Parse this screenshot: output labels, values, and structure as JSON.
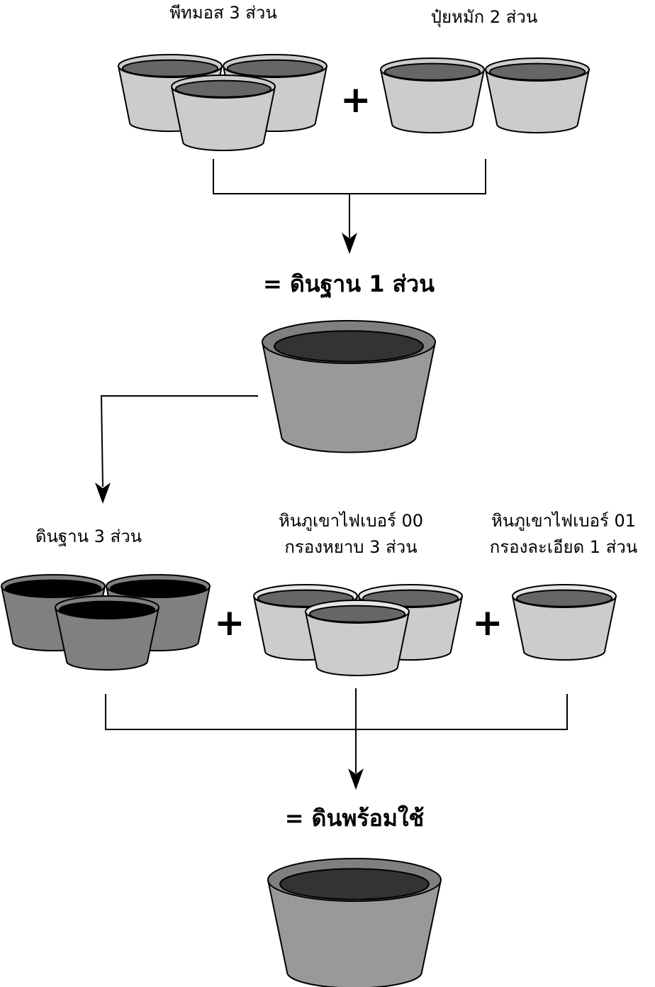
{
  "colors": {
    "light_body": "#cccccc",
    "light_inner": "#666666",
    "light_rim": "#e6e6e6",
    "mid_body": "#999999",
    "mid_rim": "#808080",
    "dark_inner": "#333333",
    "dark_body": "#808080",
    "black_inner": "#000000",
    "stroke": "#000000"
  },
  "step1": {
    "peat_label": "พีทมอส 3 ส่วน",
    "compost_label": "ปุ๋ยหมัก 2 ส่วน",
    "plus": "+",
    "result_label": "= ดินฐาน 1 ส่วน"
  },
  "step2": {
    "base_soil_label": "ดินฐาน 3 ส่วน",
    "pumice00_line1": "หินภูเขาไฟเบอร์ 00",
    "pumice00_line2": "กรองหยาบ 3 ส่วน",
    "pumice01_line1": "หินภูเขาไฟเบอร์ 01",
    "pumice01_line2": "กรองละเอียด 1 ส่วน",
    "plus_a": "+",
    "plus_b": "+",
    "result_label": "= ดินพร้อมใช้"
  },
  "icons": [
    "peat-pot-icon",
    "compost-pot-icon",
    "base-soil-pot-icon",
    "pumice-pot-icon",
    "ready-soil-pot-icon",
    "arrow-down-icon"
  ]
}
